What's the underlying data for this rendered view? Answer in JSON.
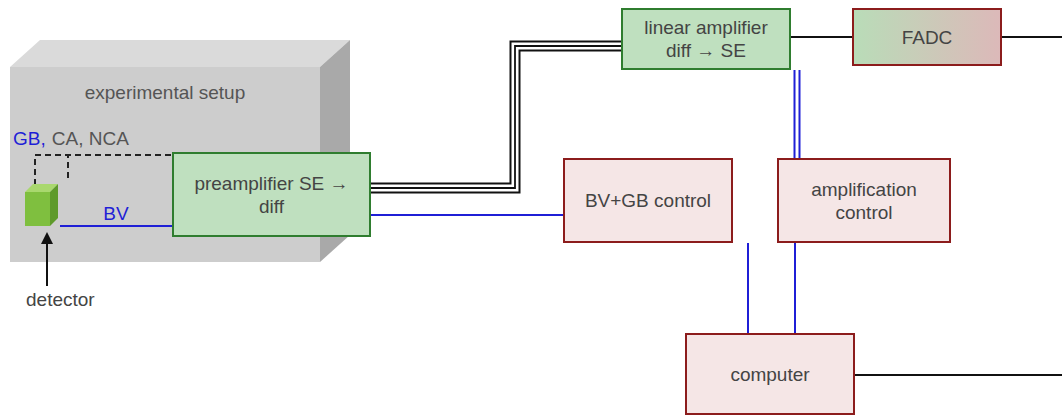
{
  "diagram": {
    "nodes": [
      {
        "text": [
          "experimental setup"
        ]
      },
      {
        "text": [
          "detector"
        ],
        "in": 0
      },
      {
        "text": [
          "preamplifier SE → diff"
        ],
        "in": 0
      },
      {
        "text": [
          "linear amplifier diff → SE"
        ]
      },
      {
        "text": [
          "FADC"
        ]
      },
      {
        "text": [
          "BV+GB control"
        ]
      },
      {
        "text": [
          "amplification control"
        ]
      },
      {
        "text": [
          "computer"
        ]
      }
    ],
    "edges": [
      {
        "from": 1,
        "to": 2,
        "label": "BV",
        "arrow": "none"
      },
      {
        "from": 1,
        "to": 2,
        "arrow": "none"
      },
      {
        "from": 2,
        "to": 3,
        "arrow": "none"
      },
      {
        "from": 3,
        "to": 4,
        "arrow": "none"
      },
      {
        "from": 4,
        "to": 7,
        "arrow": "none"
      },
      {
        "from": 2,
        "to": 5,
        "arrow": "none"
      },
      {
        "from": 3,
        "to": 6,
        "arrow": "none"
      },
      {
        "from": 5,
        "to": 7,
        "arrow": "none"
      },
      {
        "from": 6,
        "to": 7,
        "arrow": "none"
      }
    ],
    "labels": [
      "GB,",
      "CA, NCA"
    ]
  }
}
